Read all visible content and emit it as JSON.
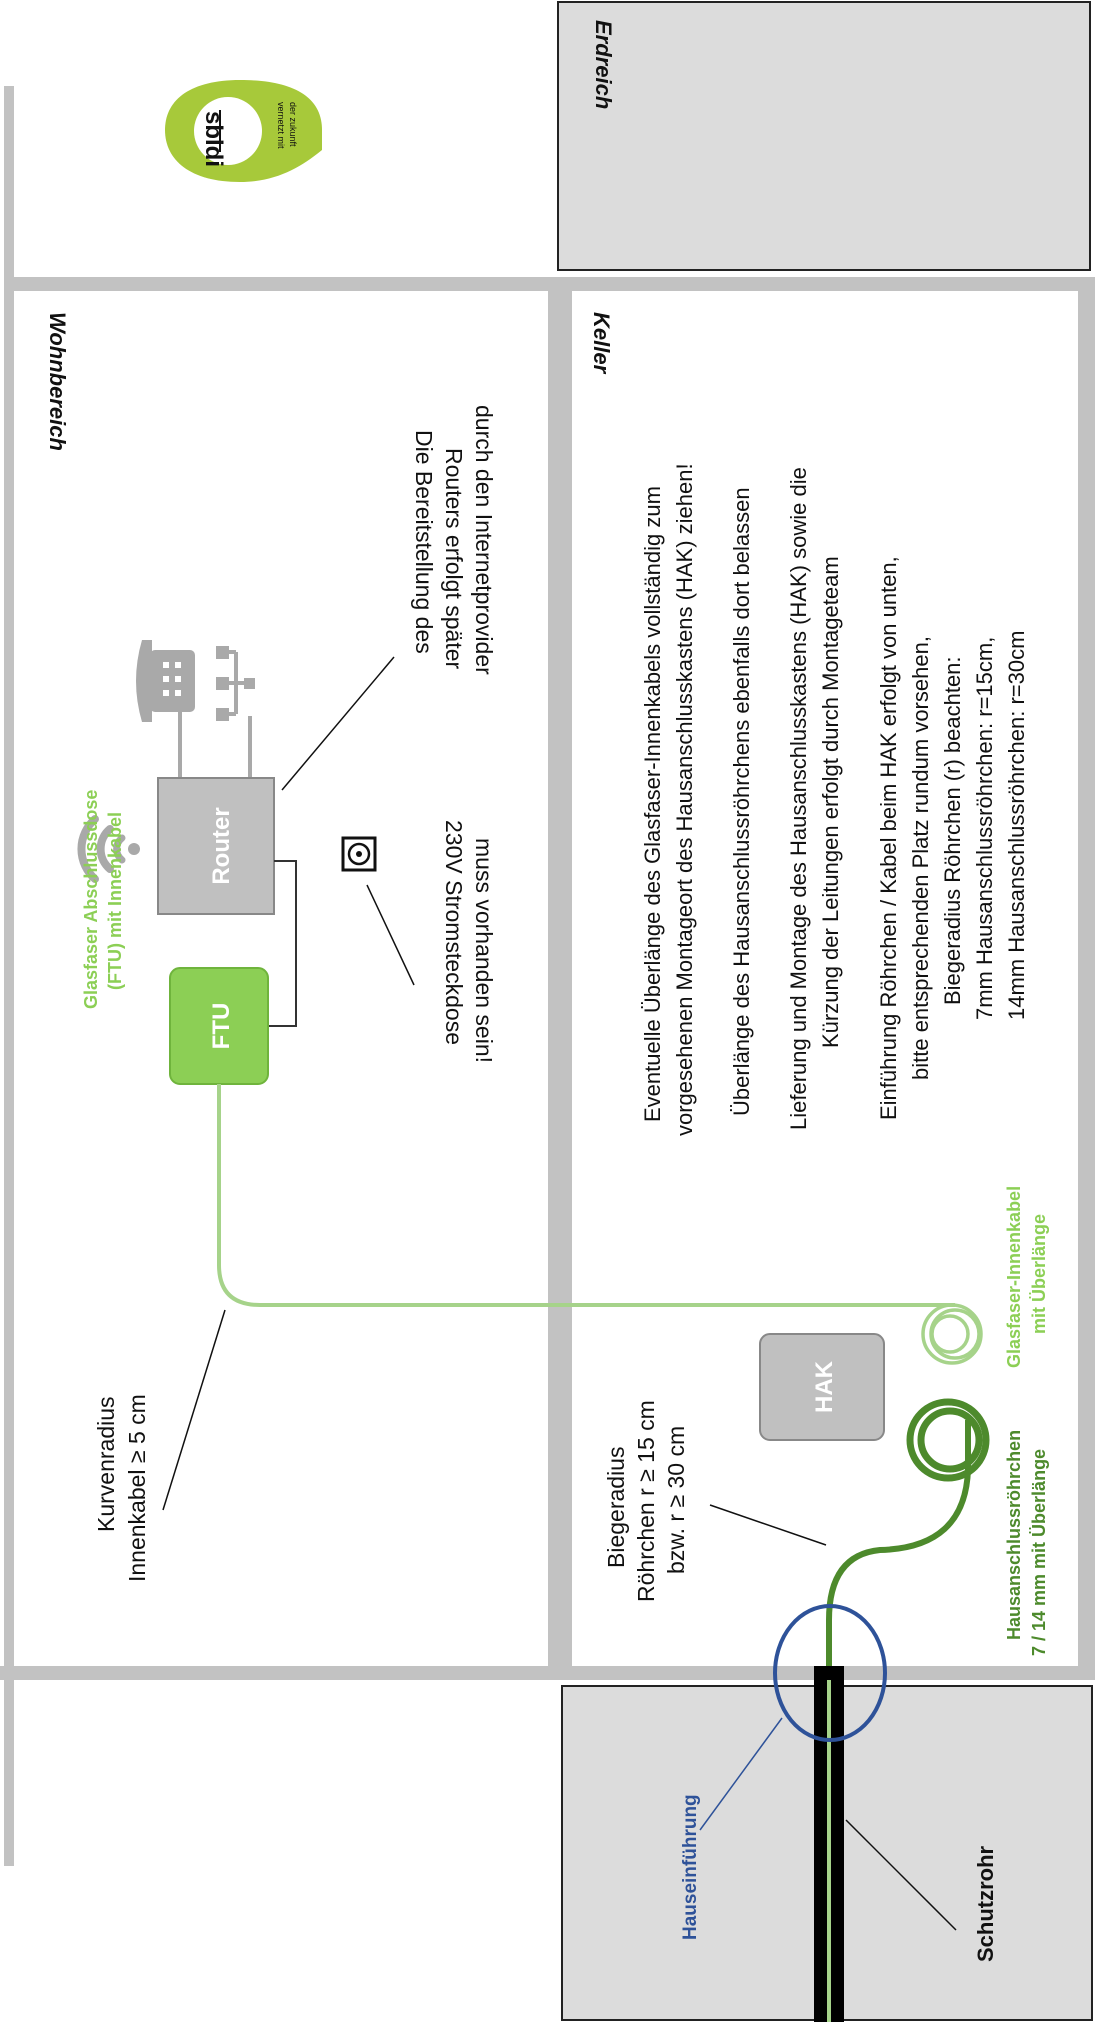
{
  "colors": {
    "wall": "#c2c2c2",
    "soil_fill": "#dcdcdc",
    "green_dark": "#4d8a2c",
    "green_light": "#a6d38a",
    "ftu_green": "#8ccf55",
    "blue": "#2e5299",
    "gray_device": "#c0c0c0",
    "icon_gray": "#a9a9a9",
    "logo_green": "#a7c93a"
  },
  "areas": {
    "wohnbereich": "Wohnbereich",
    "keller": "Keller",
    "erdreich": "Erdreich"
  },
  "logo": {
    "name": "sbidi",
    "tagline_1": "vernetzt mit",
    "tagline_2": "der zukunft"
  },
  "devices": {
    "router": "Router",
    "ftu": "FTU",
    "hak": "HAK"
  },
  "labels": {
    "router_note": [
      "Die Bereitstellung des",
      "Routers erfolgt später",
      "durch den Internetprovider"
    ],
    "power_note": [
      "230V Stromsteckdose",
      "muss vorhanden sein!"
    ],
    "ftu_label": [
      "Glasfaser Abschlussdose",
      "(FTU) mit Innenkabel"
    ],
    "kurvenradius": [
      "Kurvenradius",
      "Innenkabel ≥ 5 cm"
    ],
    "biegeradius": [
      "Biegeradius",
      "Röhrchen r ≥ 15 cm",
      "bzw. r ≥ 30 cm"
    ],
    "innenkabel": [
      "Glasfaser-Innenkabel",
      "mit Überlänge"
    ],
    "hausanschluss": [
      "Hausanschlussröhrchen",
      "7 / 14 mm mit Überlänge"
    ],
    "hauseinfuehrung": "Hauseinführung",
    "schutzrohr": "Schutzrohr"
  },
  "keller_notes": [
    "Eventuelle Überlänge des Glasfaser-Innenkabels vollständig zum",
    "vorgesehenen Montageort des Hausanschlusskastens (HAK) ziehen!",
    "Überlänge des Hausanschlussröhrchens ebenfalls dort belassen",
    "Lieferung und Montage des Hausanschlusskastens (HAK) sowie die",
    "Kürzung der Leitungen erfolgt durch Montageteam",
    "Einführung Röhrchen / Kabel beim HAK erfolgt von unten,",
    "bitte entsprechenden Platz rundum vorsehen,",
    "Biegeradius Röhrchen (r) beachten:",
    "7mm Hausanschlussröhrchen: r=15cm,",
    "14mm Hausanschlussröhrchen: r=30cm"
  ]
}
